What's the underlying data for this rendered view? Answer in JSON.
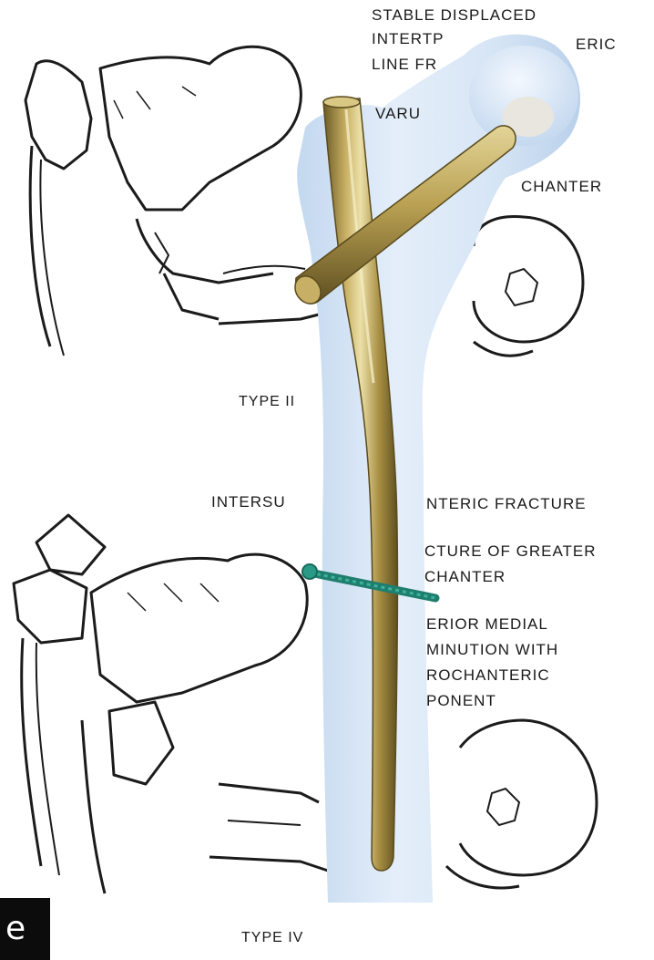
{
  "labels": {
    "top_lines": [
      "STABLE DISPLACED",
      "INTERTP",
      "LINE FR"
    ],
    "top_line2_tail": "ERIC",
    "varus": "VARU",
    "trochanter": "CHANTER",
    "type2": "TYPE II",
    "intersub_left": "INTERSU",
    "intersub_right": "NTERIC FRACTURE",
    "greater_1": "CTURE OF GREATER",
    "greater_2": "CHANTER",
    "posterior_1": "ERIOR MEDIAL",
    "posterior_2": "MINUTION WITH",
    "posterior_3": "ROCHANTERIC",
    "posterior_4": "PONENT",
    "type4": "TYPE IV"
  },
  "corner_letter": "e",
  "colors": {
    "bone_fill": "#d7e6f6",
    "bone_edge": "#b4cde8",
    "nail_gold": "#b39a4e",
    "nail_highlight": "#ece0a8",
    "nail_shadow": "#6b5a26",
    "screw_teal": "#2a9a86",
    "sketch_line": "#1b1b1b"
  }
}
